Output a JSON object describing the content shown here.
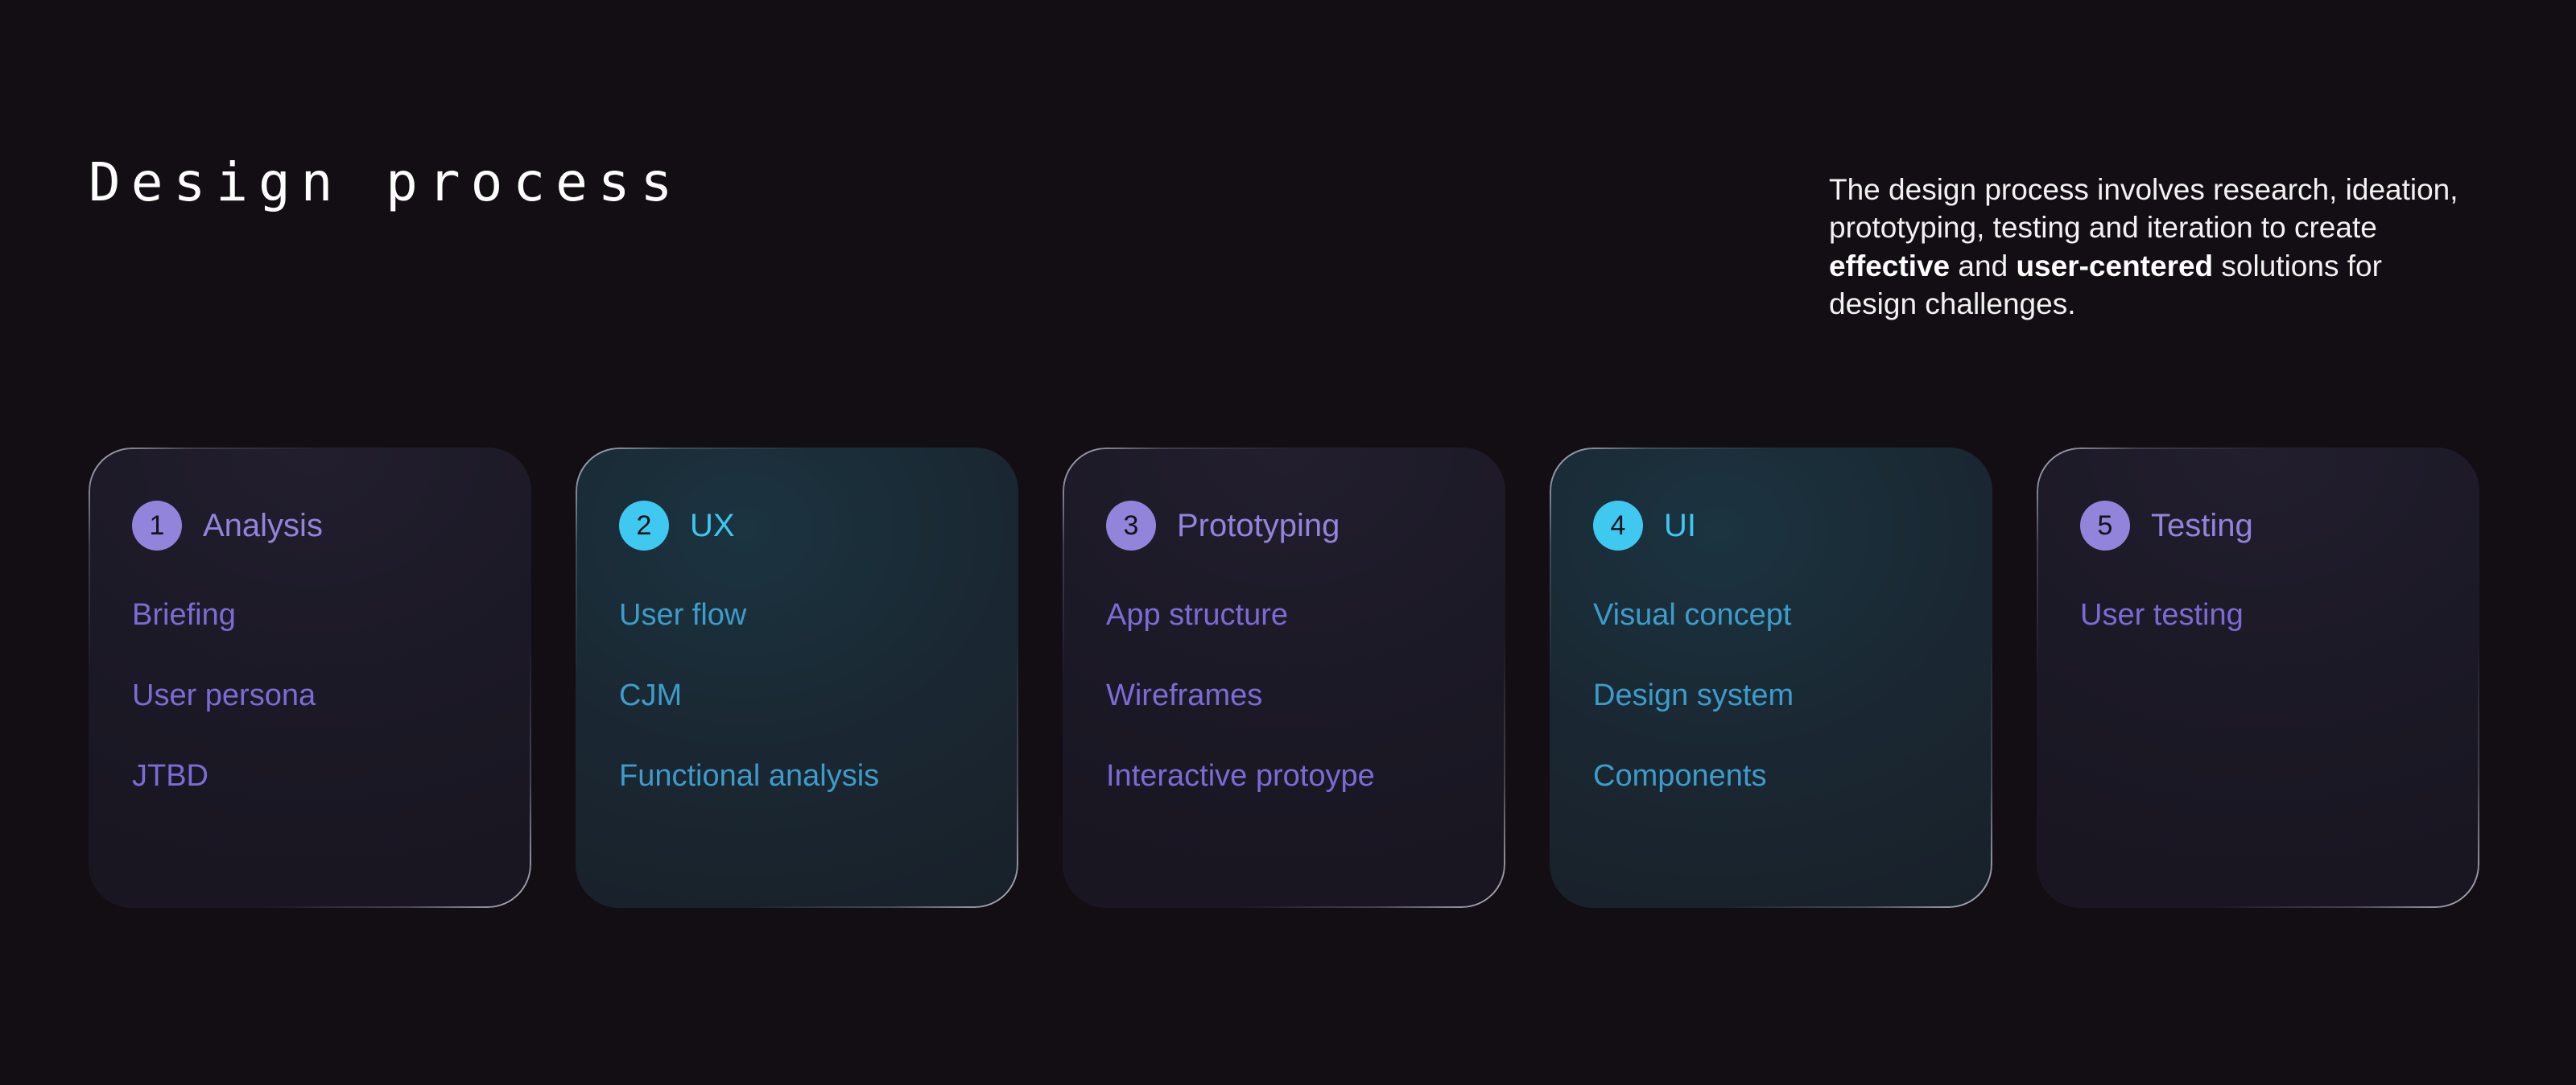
{
  "header": {
    "title": "Design process",
    "intro_parts": [
      {
        "text": "The design process involves research, ideation, prototyping, testing and iteration to create ",
        "bold": false
      },
      {
        "text": "effective",
        "bold": true
      },
      {
        "text": " and ",
        "bold": false
      },
      {
        "text": "user-centered",
        "bold": true
      },
      {
        "text": " solutions for design challenges.",
        "bold": false
      }
    ],
    "intro_plain": "The design process involves research, ideation, prototyping, testing and iteration to create effective and user-centered solutions for design challenges."
  },
  "colors": {
    "page_background": "#130E13",
    "purple_accent": "#9284DB",
    "purple_item": "#7C6BD4",
    "cyan_accent": "#3FC9F0",
    "cyan_item": "#3D9CC9",
    "purple_card_background": "#1C1926",
    "cyan_card_background": "#1A2732",
    "badge_number": "#14131A",
    "intro_text": "#F2F2F2",
    "title_text": "#FFFFFF"
  },
  "cards": [
    {
      "number": "1",
      "title": "Analysis",
      "theme": "purple",
      "items": [
        "Briefing",
        "User persona",
        "JTBD"
      ]
    },
    {
      "number": "2",
      "title": "UX",
      "theme": "cyan",
      "items": [
        "User flow",
        "CJM",
        "Functional analysis"
      ]
    },
    {
      "number": "3",
      "title": "Prototyping",
      "theme": "purple",
      "items": [
        "App structure",
        "Wireframes",
        "Interactive protoype"
      ]
    },
    {
      "number": "4",
      "title": "UI",
      "theme": "cyan",
      "items": [
        "Visual concept",
        "Design system",
        "Components"
      ]
    },
    {
      "number": "5",
      "title": "Testing",
      "theme": "purple",
      "items": [
        "User testing"
      ]
    }
  ]
}
